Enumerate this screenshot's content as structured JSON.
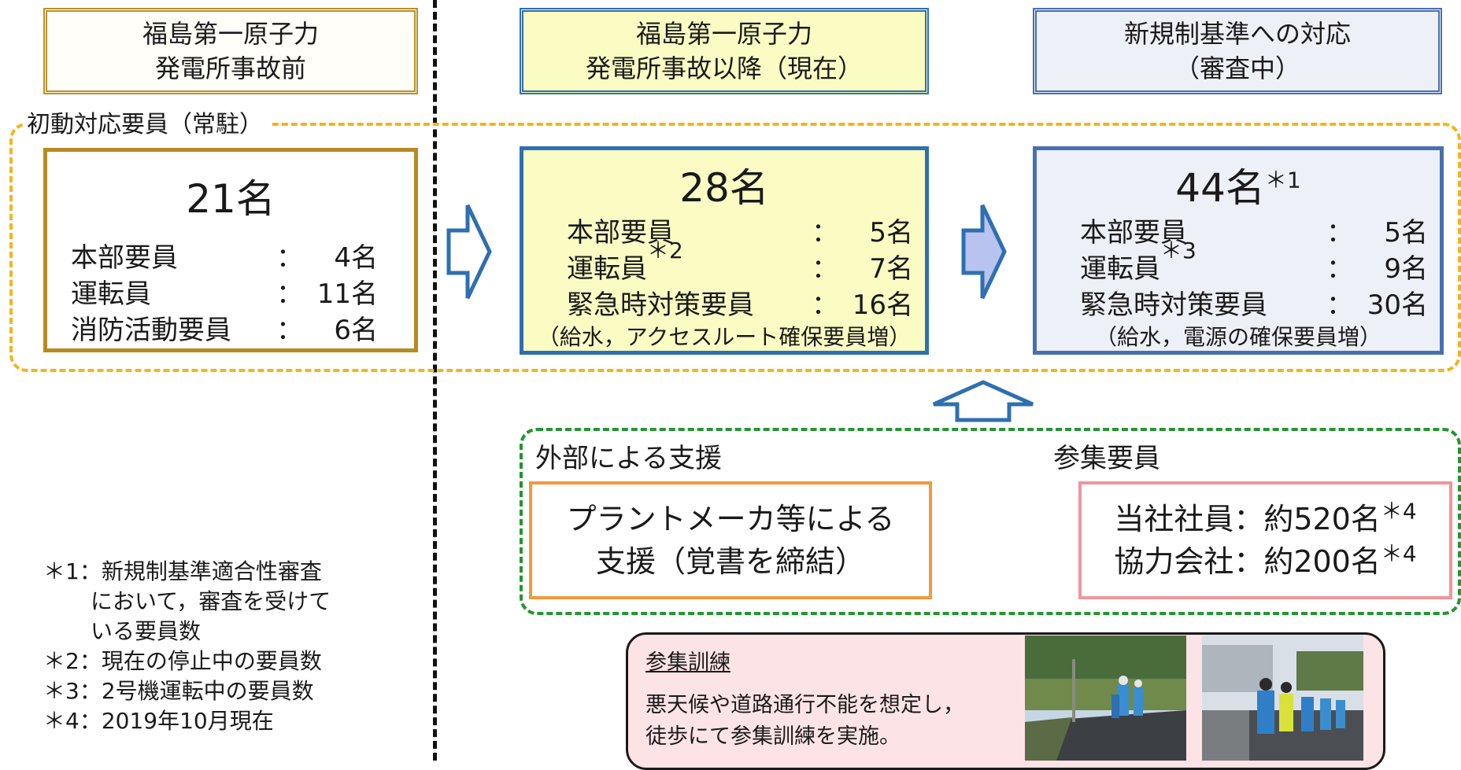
{
  "columns": [
    {
      "title_line1": "福島第一原子力",
      "title_line2": "発電所事故前"
    },
    {
      "title_line1": "福島第一原子力",
      "title_line2": "発電所事故以降（現在）"
    },
    {
      "title_line1": "新規制基準への対応",
      "title_line2": "（審査中）"
    }
  ],
  "initial_response_label": "初動対応要員（常駐）",
  "cards": [
    {
      "total": "21名",
      "total_mark": "",
      "rows": [
        {
          "name": "本部要員",
          "mark": "",
          "colon": "：",
          "value": "4名"
        },
        {
          "name": "運転員",
          "mark": "",
          "colon": "：",
          "value": "11名"
        },
        {
          "name": "消防活動要員",
          "mark": "",
          "colon": "：",
          "value": "6名"
        }
      ],
      "note": ""
    },
    {
      "total": "28名",
      "total_mark": "",
      "rows": [
        {
          "name": "本部要員",
          "mark": "",
          "colon": "：",
          "value": "5名"
        },
        {
          "name": "運転員",
          "mark": "＊2",
          "colon": "：",
          "value": "7名"
        },
        {
          "name": "緊急時対策要員",
          "mark": "",
          "colon": "：",
          "value": "16名"
        }
      ],
      "note": "（給水，アクセスルート確保要員増）"
    },
    {
      "total": "44名",
      "total_mark": "＊1",
      "rows": [
        {
          "name": "本部要員",
          "mark": "",
          "colon": "：",
          "value": "5名"
        },
        {
          "name": "運転員",
          "mark": "＊3",
          "colon": "：",
          "value": "9名"
        },
        {
          "name": "緊急時対策要員",
          "mark": "",
          "colon": "：",
          "value": "30名"
        }
      ],
      "note": "（給水，電源の確保要員増）"
    }
  ],
  "support": {
    "external_label": "外部による支援",
    "external_line1": "プラントメーカ等による",
    "external_line2": "支援（覚書を締結）",
    "staff_label": "参集要員",
    "staff_line1": "当社社員：約520名",
    "staff_line1_mark": "＊4",
    "staff_line2": "協力会社：約200名",
    "staff_line2_mark": "＊4"
  },
  "training": {
    "title": "参集訓練",
    "line1": "悪天候や道路通行不能を想定し，",
    "line2": "徒歩にて参集訓練を実施。"
  },
  "footnotes": {
    "n1_line1": "＊1：新規制基準適合性審査",
    "n1_line2": "において，審査を受けて",
    "n1_line3": "いる要員数",
    "n2": "＊2：現在の停止中の要員数",
    "n3": "＊3：2号機運転中の要員数",
    "n4": "＊4：2019年10月現在"
  },
  "colors": {
    "gold": "#b88a22",
    "blue": "#2f6fb1",
    "orange_dash": "#f2b51c",
    "green_dash": "#22962f",
    "yellow_fill": "#fbfcc3",
    "lavender_fill": "#eef0f8",
    "pink_fill": "#fce3e6"
  }
}
